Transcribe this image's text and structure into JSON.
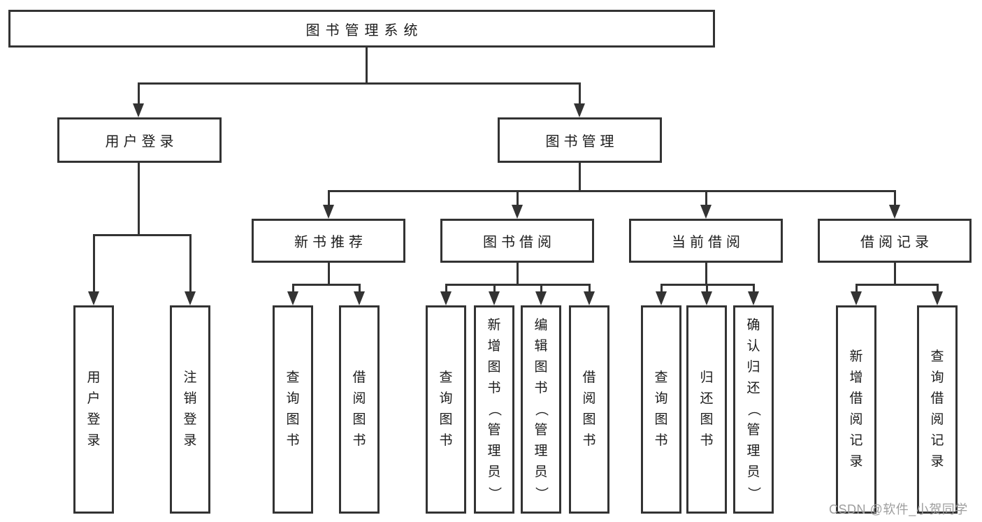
{
  "diagram": {
    "root": "图书管理系统",
    "level2": [
      "用户登录",
      "图书管理"
    ],
    "level3": [
      "新书推荐",
      "图书借阅",
      "当前借阅",
      "借阅记录"
    ],
    "leaves": {
      "user_login": [
        "用户登录",
        "注销登录"
      ],
      "new_book": [
        "查询图书",
        "借阅图书"
      ],
      "book_borrow": [
        "查询图书",
        "新增图书（管理员）",
        "编辑图书（管理员）",
        "借阅图书"
      ],
      "current_borrow": [
        "查询图书",
        "归还图书",
        "确认归还（管理员）"
      ],
      "borrow_record": [
        "新增借阅记录",
        "查询借阅记录"
      ]
    }
  },
  "watermark": "CSDN @软件_小贺同学",
  "colors": {
    "line": "#333333",
    "text": "#1c1c1c",
    "watermark": "#9e9e9e",
    "background": "#ffffff"
  }
}
